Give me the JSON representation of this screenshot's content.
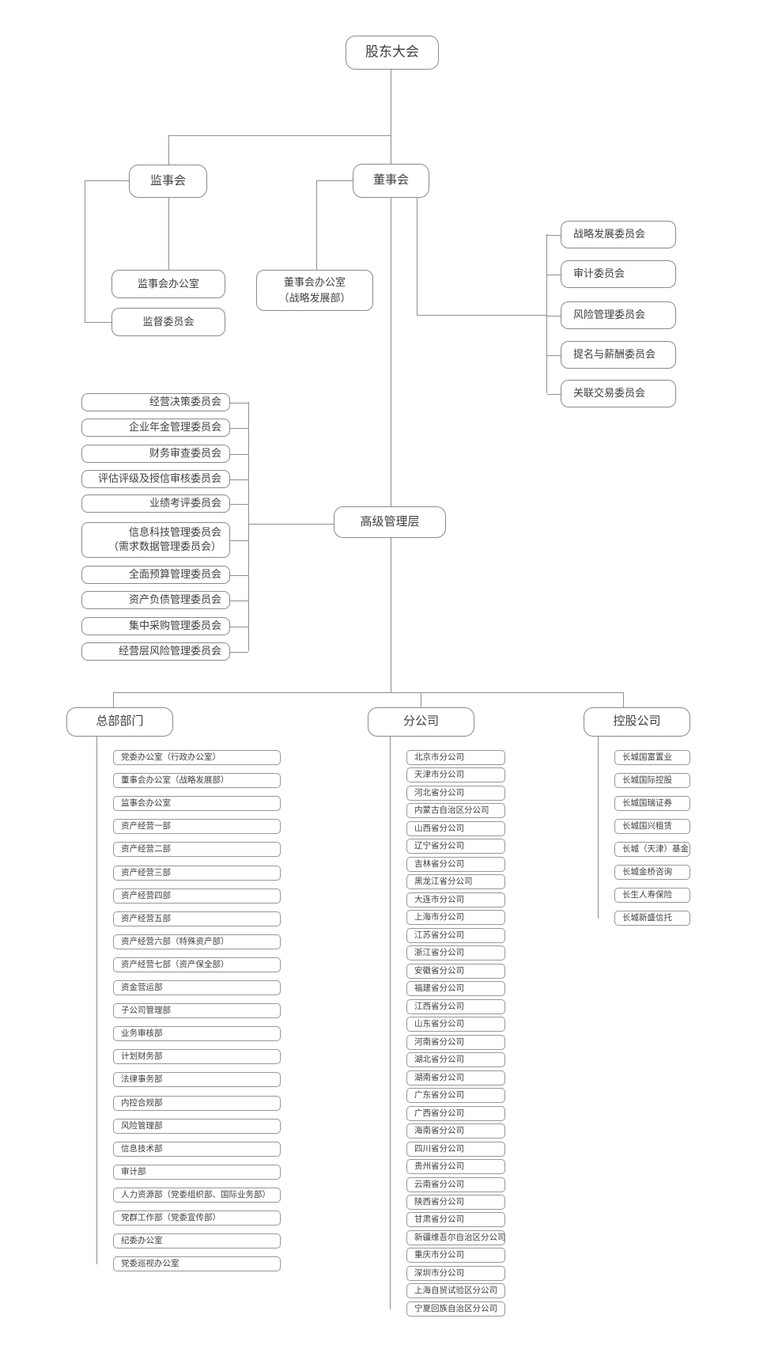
{
  "root": {
    "label": "股东大会"
  },
  "supervisory": {
    "label": "监事会",
    "office": "监事会办公室",
    "committee": "监督委员会"
  },
  "board": {
    "label": "董事会",
    "office_line1": "董事会办公室",
    "office_line2": "（战略发展部）",
    "committees": [
      "战略发展委员会",
      "审计委员会",
      "风险管理委员会",
      "提名与薪酬委员会",
      "关联交易委员会"
    ]
  },
  "senior": {
    "label": "高级管理层",
    "committees": [
      "经营决策委员会",
      "企业年金管理委员会",
      "财务审查委员会",
      "评估评级及授信审核委员会",
      "业绩考评委员会",
      {
        "line1": "信息科技管理委员会",
        "line2": "（需求数据管理委员会）"
      },
      "全面预算管理委员会",
      "资产负债管理委员会",
      "集中采购管理委员会",
      "经营层风险管理委员会"
    ]
  },
  "headquarters": {
    "label": "总部部门",
    "items": [
      "党委办公室（行政办公室）",
      "董事会办公室（战略发展部）",
      "监事会办公室",
      "资产经营一部",
      "资产经营二部",
      "资产经营三部",
      "资产经营四部",
      "资产经营五部",
      "资产经营六部（特殊资产部）",
      "资产经营七部（资产保全部）",
      "资金营运部",
      "子公司管理部",
      "业务审核部",
      "计划财务部",
      "法律事务部",
      "内控合规部",
      "风险管理部",
      "信息技术部",
      "审计部",
      "人力资源部（党委组织部、国际业务部）",
      "党群工作部（党委宣传部）",
      "纪委办公室",
      "党委巡视办公室"
    ]
  },
  "branches": {
    "label": "分公司",
    "items": [
      "北京市分公司",
      "天津市分公司",
      "河北省分公司",
      "内蒙古自治区分公司",
      "山西省分公司",
      "辽宁省分公司",
      "吉林省分公司",
      "黑龙江省分公司",
      "大连市分公司",
      "上海市分公司",
      "江苏省分公司",
      "浙江省分公司",
      "安徽省分公司",
      "福建省分公司",
      "江西省分公司",
      "山东省分公司",
      "河南省分公司",
      "湖北省分公司",
      "湖南省分公司",
      "广东省分公司",
      "广西省分公司",
      "海南省分公司",
      "四川省分公司",
      "贵州省分公司",
      "云南省分公司",
      "陕西省分公司",
      "甘肃省分公司",
      "新疆维吾尔自治区分公司",
      "重庆市分公司",
      "深圳市分公司",
      "上海自贸试验区分公司",
      "宁夏回族自治区分公司"
    ]
  },
  "holdings": {
    "label": "控股公司",
    "items": [
      "长城国富置业",
      "长城国际控股",
      "长城国瑞证券",
      "长城国兴租赁",
      "长城（天津）基金",
      "长城金桥咨询",
      "长生人寿保险",
      "长城新盛信托"
    ]
  },
  "colors": {
    "line": "#8f8f8f",
    "border": "#8a8a8a",
    "text": "#404040"
  }
}
